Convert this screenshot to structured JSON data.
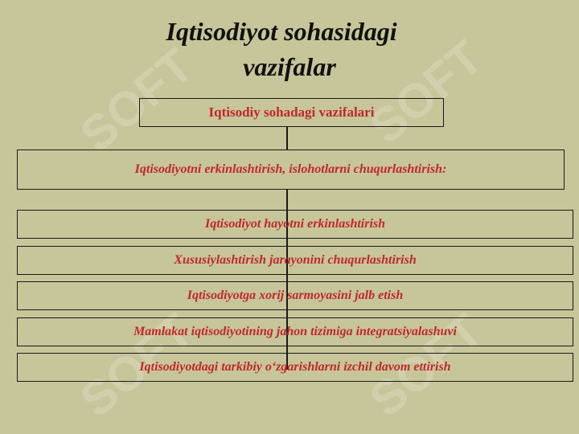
{
  "slide": {
    "title_line1": "Iqtisodiyot sohasidagi",
    "title_line2": "vazifalar"
  },
  "watermark": "SOFT",
  "diagram": {
    "header": "Iqtisodiy sohadagi vazifalari",
    "main_task": "Iqtisodiyotni erkinlashtirish, islohotlarni chuqurlashtirish:",
    "items": [
      "Iqtisodiyot hayotni erkinlashtirish",
      "Xususiylashtirish jarayonini chuqurlashtirish",
      "Iqtisodiyotga xorij sarmoyasini jalb etish",
      "Mamlakat iqtisodiyotining jahon tizimiga integratsiyalashuvi",
      "Iqtisodiyotdagi tarkibiy o‘zgarishlarni izchil davom ettirish"
    ]
  },
  "colors": {
    "background": "#c7c59a",
    "box_text": "#c0282a",
    "border": "#1a1a1a"
  }
}
